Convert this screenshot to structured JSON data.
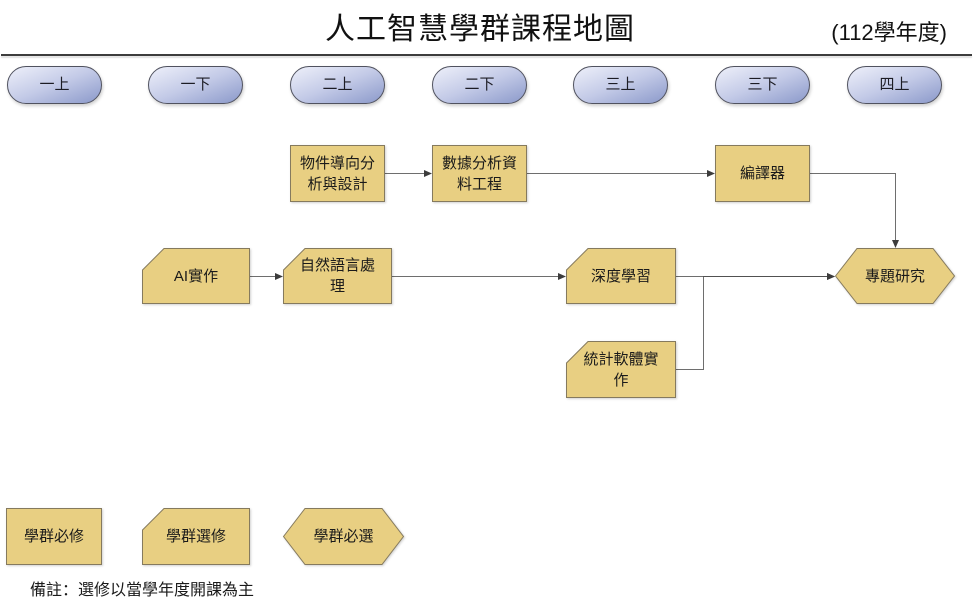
{
  "header": {
    "title": "人工智慧學群課程地圖",
    "year_label": "(112學年度)"
  },
  "semesters": [
    "一上",
    "一下",
    "二上",
    "二下",
    "三上",
    "三下",
    "四上"
  ],
  "courses": [
    {
      "label": "物件導向分析與設計",
      "category": "學群必修",
      "semester": "二上"
    },
    {
      "label": "數據分析資料工程",
      "category": "學群必修",
      "semester": "二下"
    },
    {
      "label": "編譯器",
      "category": "學群必修",
      "semester": "三下"
    },
    {
      "label": "AI實作",
      "category": "學群選修",
      "semester": "一下"
    },
    {
      "label": "自然語言處理",
      "category": "學群選修",
      "semester": "二上"
    },
    {
      "label": "深度學習",
      "category": "學群選修",
      "semester": "三上"
    },
    {
      "label": "統計軟體實作",
      "category": "學群選修",
      "semester": "三上"
    },
    {
      "label": "專題研究",
      "category": "學群必選",
      "semester": "四上"
    }
  ],
  "edges": [
    {
      "from": "物件導向分析與設計",
      "to": "數據分析資料工程"
    },
    {
      "from": "數據分析資料工程",
      "to": "編譯器"
    },
    {
      "from": "編譯器",
      "to": "專題研究"
    },
    {
      "from": "AI實作",
      "to": "自然語言處理"
    },
    {
      "from": "自然語言處理",
      "to": "深度學習"
    },
    {
      "from": "深度學習",
      "to": "專題研究"
    },
    {
      "from": "統計軟體實作",
      "to": "專題研究"
    }
  ],
  "legend": [
    {
      "label": "學群必修",
      "shape": "rectangle"
    },
    {
      "label": "學群選修",
      "shape": "card"
    },
    {
      "label": "學群必選",
      "shape": "hexagon"
    }
  ],
  "note": "備註：選修以當學年度開課為主",
  "colors": {
    "node_fill": "#e8cf82",
    "node_border": "#857a5e",
    "semester_pill_light": "#eef0fa",
    "semester_pill_mid": "#c3cae7",
    "semester_pill_dark": "#8b99ca",
    "semester_pill_border": "#50525f",
    "connector": "#4a4a4a",
    "arrowhead": "#3c3c3c",
    "header_rule": "#3d3d3d",
    "text": "#111111"
  }
}
